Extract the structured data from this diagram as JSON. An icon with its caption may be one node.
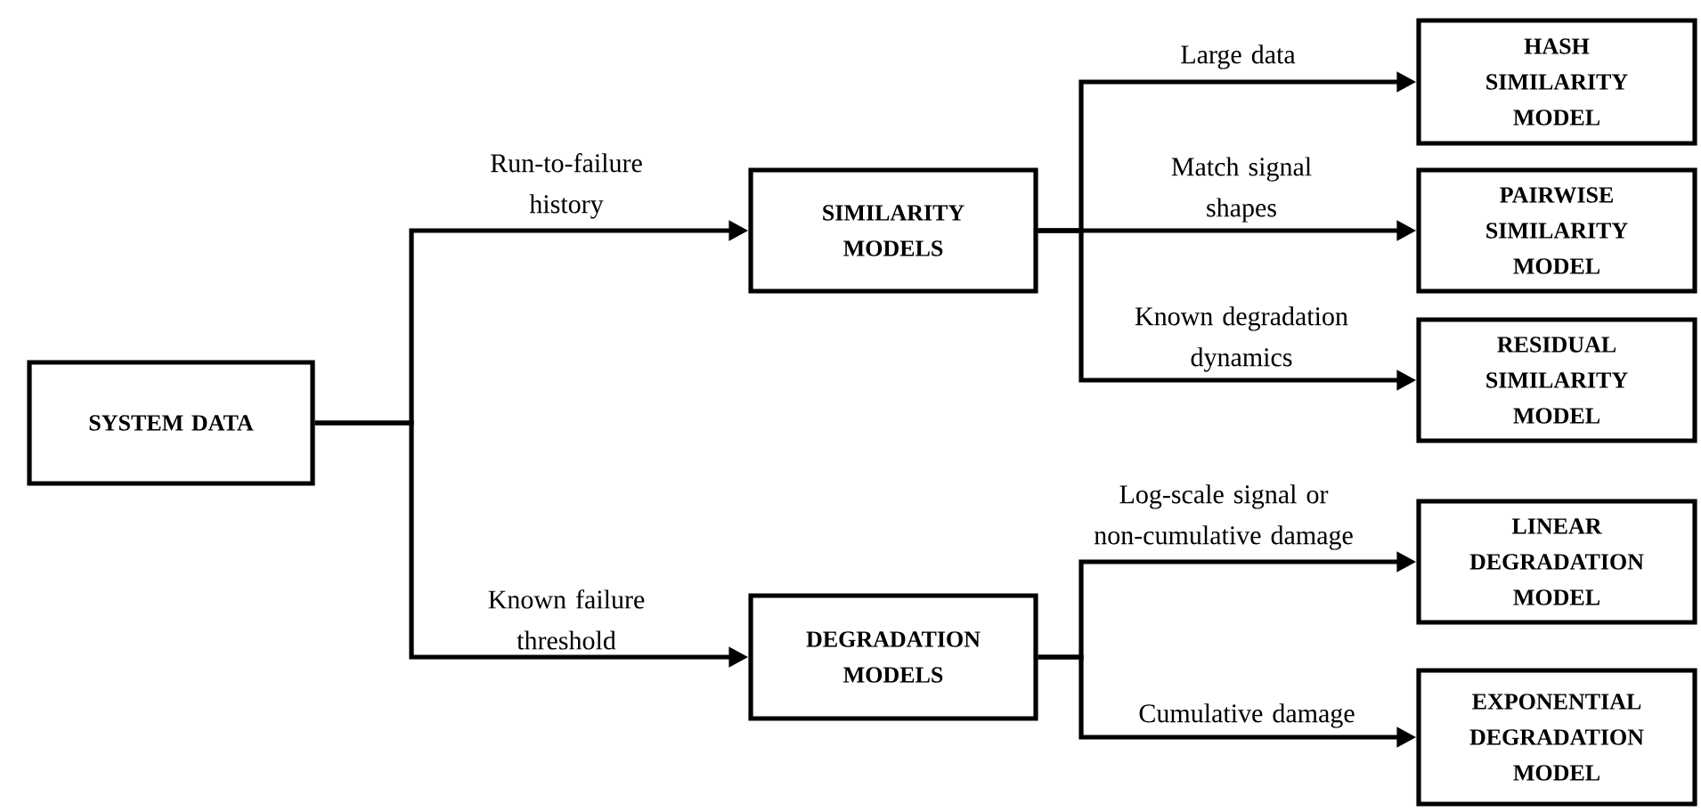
{
  "diagram": {
    "nodes": [
      {
        "text": [
          "SYSTEM DATA"
        ]
      },
      {
        "text": [
          "SIMILARITY MODELS"
        ]
      },
      {
        "text": [
          "DEGRADATION MODELS"
        ]
      },
      {
        "text": [
          "HASH SIMILARITY MODEL"
        ]
      },
      {
        "text": [
          "PAIRWISE SIMILARITY MODEL"
        ]
      },
      {
        "text": [
          "RESIDUAL SIMILARITY MODEL"
        ]
      },
      {
        "text": [
          "LINEAR DEGRADATION MODEL"
        ]
      },
      {
        "text": [
          "EXPONENTIAL DEGRADATION MODEL"
        ]
      }
    ],
    "edges": [
      {
        "from": 0,
        "to": 1,
        "arrow": "to",
        "label": "Run-to-failure history"
      },
      {
        "from": 0,
        "to": 2,
        "arrow": "to",
        "label": "Known failure threshold"
      },
      {
        "from": 1,
        "to": 3,
        "arrow": "to",
        "label": "Large data"
      },
      {
        "from": 1,
        "to": 4,
        "arrow": "to",
        "label": "Match signal shapes"
      },
      {
        "from": 1,
        "to": 5,
        "arrow": "to",
        "label": "Known degradation dynamics"
      },
      {
        "from": 2,
        "to": 6,
        "arrow": "to",
        "label": "Log-scale signal or non-cumulative damage"
      },
      {
        "from": 2,
        "to": 7,
        "arrow": "to",
        "label": "Cumulative damage"
      }
    ]
  }
}
